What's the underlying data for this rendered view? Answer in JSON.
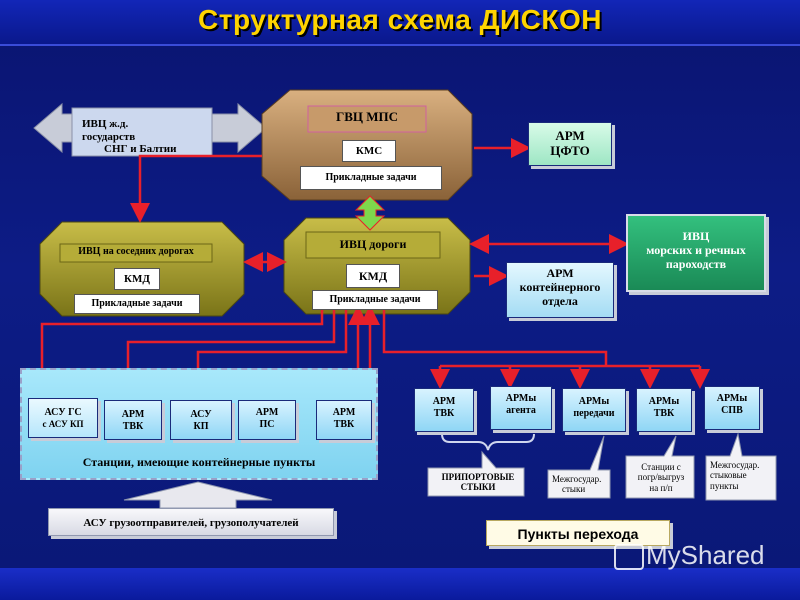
{
  "title": "Структурная схема ДИСКОН",
  "nodes": {
    "ivc_rail": {
      "line1": "ИВЦ ж.д.",
      "line2": "государств",
      "line3": "СНГ и Балтии"
    },
    "gvc": {
      "label": "ГВЦ МПС",
      "kms": "КМС",
      "tasks": "Прикладные задачи"
    },
    "arm_cfto": {
      "line1": "АРМ",
      "line2": "ЦФТО"
    },
    "ivc_neighbor": {
      "label": "ИВЦ на соседних дорогах",
      "kmd": "КМД",
      "tasks": "Прикладные задачи"
    },
    "ivc_road": {
      "label": "ИВЦ дороги",
      "kmd": "КМД",
      "tasks": "Прикладные задачи"
    },
    "ivc_sea": {
      "line1": "ИВЦ",
      "line2": "морских и речных",
      "line3": "пароходств"
    },
    "arm_container": {
      "line1": "АРМ",
      "line2": "контейнерного",
      "line3": "отдела"
    },
    "stations": {
      "label": "Станции, имеющие контейнерные пункты",
      "boxes": [
        {
          "l1": "АСУ ГС",
          "l2": "с АСУ КП"
        },
        {
          "l1": "АРМ",
          "l2": "ТВК"
        },
        {
          "l1": "АСУ",
          "l2": "КП"
        },
        {
          "l1": "АРМ",
          "l2": "ПС"
        },
        {
          "l1": "АРМ",
          "l2": "ТВК"
        }
      ]
    },
    "asu_shippers": "АСУ грузоотправителей, грузополучателей",
    "transfer": {
      "boxes": [
        {
          "l1": "АРМ",
          "l2": "ТВК"
        },
        {
          "l1": "АРМы",
          "l2": "агента"
        },
        {
          "l1": "АРМы",
          "l2": "передачи"
        },
        {
          "l1": "АРМы",
          "l2": "ТВК"
        },
        {
          "l1": "АРМы",
          "l2": "СПВ"
        }
      ],
      "callouts": [
        {
          "l1": "ПРИПОРТОВЫЕ",
          "l2": "СТЫКИ"
        },
        {
          "l1": "Межгосудар.",
          "l2": "стыки"
        },
        {
          "l1": "Станции с",
          "l2": "погр/выгруз",
          "l3": "на п/п"
        },
        {
          "l1": "Межгосудар.",
          "l2": "стыковые",
          "l3": "пункты"
        }
      ],
      "label": "Пункты перехода"
    }
  },
  "watermark": "MyShared",
  "colors": {
    "title": "#ffd400",
    "connector": "#e8202a",
    "olive": "#9c9428",
    "gvc": "#b88a5a"
  }
}
